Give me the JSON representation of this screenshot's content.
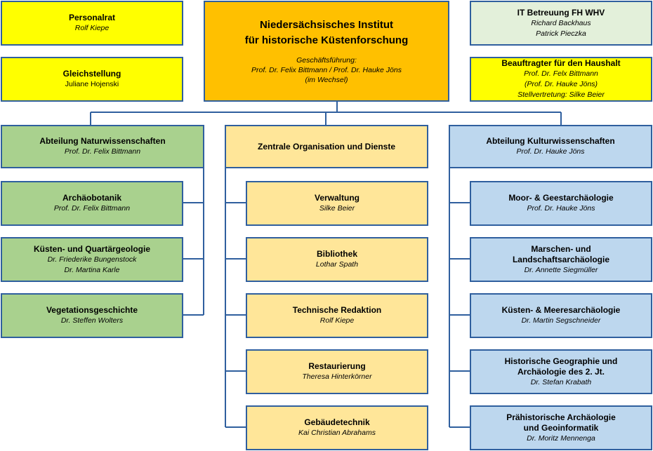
{
  "top": {
    "personalrat": {
      "title": "Personalrat",
      "person": "Rolf Kiepe"
    },
    "gleichstellung": {
      "title": "Gleichstellung",
      "person": "Juliane Hojenski"
    },
    "institute": {
      "title1": "Niedersächsisches Institut",
      "title2": "für historische Küstenforschung",
      "role": "Geschäftsführung:",
      "persons": "Prof. Dr. Felix Bittmann / Prof. Dr. Hauke Jöns",
      "note": "(im Wechsel)"
    },
    "it": {
      "title": "IT Betreuung FH WHV",
      "person1": "Richard Backhaus",
      "person2": "Patrick Pieczka"
    },
    "haushalt": {
      "title": "Beauftragter für den Haushalt",
      "person1": "Prof. Dr. Felx Bittmann",
      "person2": "(Prof. Dr. Hauke Jöns)",
      "deputy": "Stellvertretung: Silke Beier"
    }
  },
  "columns": {
    "natur": {
      "head": {
        "title": "Abteilung Naturwissenschaften",
        "person": "Prof. Dr. Felix Bittmann"
      },
      "units": [
        {
          "title": "Archäobotanik",
          "person": "Prof. Dr. Felix Bittmann"
        },
        {
          "title": "Küsten- und Quartärgeologie",
          "person": "Dr. Friederike Bungenstock",
          "person2": "Dr. Martina Karle"
        },
        {
          "title": "Vegetationsgeschichte",
          "person": "Dr. Steffen Wolters"
        }
      ]
    },
    "zentral": {
      "head": {
        "title": "Zentrale Organisation und Dienste"
      },
      "units": [
        {
          "title": "Verwaltung",
          "person": "Silke Beier"
        },
        {
          "title": "Bibliothek",
          "person": "Lothar Spath"
        },
        {
          "title": "Technische Redaktion",
          "person": "Rolf Kiepe"
        },
        {
          "title": "Restaurierung",
          "person": "Theresa Hinterkörner"
        },
        {
          "title": "Gebäudetechnik",
          "person": "Kai Christian Abrahams"
        }
      ]
    },
    "kultur": {
      "head": {
        "title": "Abteilung Kulturwissenschaften",
        "person": "Prof. Dr. Hauke Jöns"
      },
      "units": [
        {
          "title": "Moor- & Geestarchäologie",
          "person": "Prof. Dr. Hauke Jöns"
        },
        {
          "title1": "Marschen- und",
          "title2": "Landschaftsarchäologie",
          "person": "Dr. Annette Siegmüller"
        },
        {
          "title": "Küsten- & Meeresarchäologie",
          "person": "Dr. Martin Segschneider"
        },
        {
          "title1": "Historische Geographie und",
          "title2": "Archäologie des 2. Jt.",
          "person": "Dr. Stefan Krabath"
        },
        {
          "title1": "Prähistorische Archäologie",
          "title2": "und Geoinformatik",
          "person": "Dr. Moritz Mennenga"
        }
      ]
    }
  },
  "colors": {
    "line": "#2f5f9e",
    "yellow": "#ffff00",
    "orange": "#ffc000",
    "mint": "#e3f0da",
    "green": "#a9d18e",
    "sand": "#ffe699",
    "blue": "#bdd7ee"
  }
}
